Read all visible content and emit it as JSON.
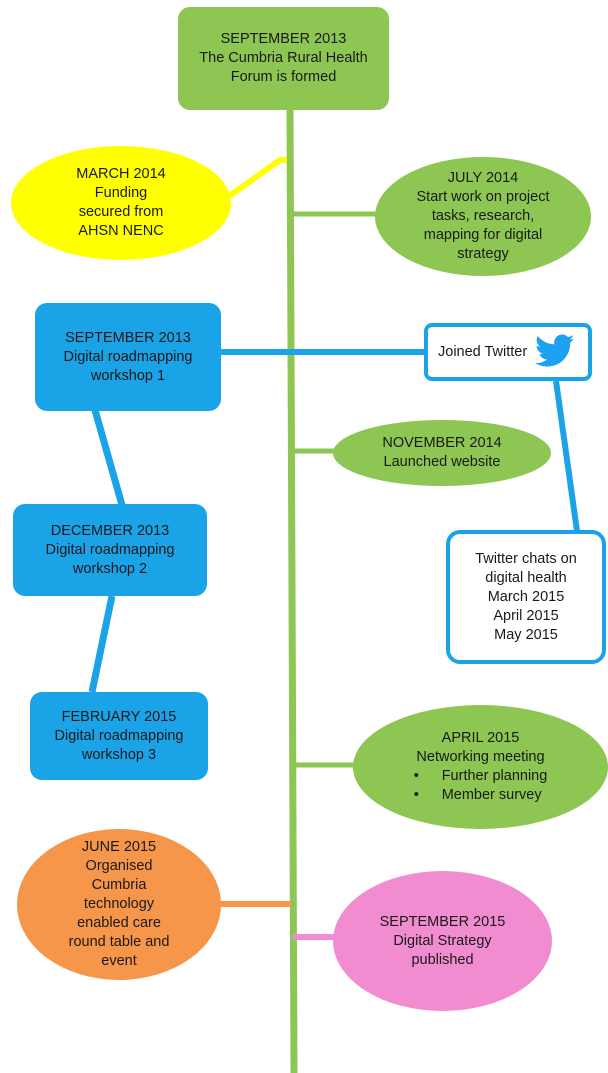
{
  "nodes": {
    "sep2013_forum": [
      "SEPTEMBER 2013",
      "The Cumbria Rural Health",
      "Forum is formed"
    ],
    "mar2014": [
      "MARCH 2014",
      "Funding",
      "secured from",
      "AHSN NENC"
    ],
    "jul2014": [
      "JULY 2014",
      "Start work on project",
      "tasks, research,",
      "mapping for digital",
      "strategy"
    ],
    "sep2013_workshop": [
      "SEPTEMBER 2013",
      "Digital roadmapping",
      "workshop 1"
    ],
    "twitter": "Joined Twitter",
    "nov2014": [
      "NOVEMBER 2014",
      "Launched website"
    ],
    "dec2013": [
      "DECEMBER 2013",
      "Digital roadmapping",
      "workshop 2"
    ],
    "twitter_chats": [
      "Twitter chats on",
      "digital health",
      "March 2015",
      "April 2015",
      "May 2015"
    ],
    "feb2015": [
      "FEBRUARY 2015",
      "Digital roadmapping",
      "workshop 3"
    ],
    "apr2015": {
      "lines": [
        "APRIL 2015",
        "Networking meeting"
      ],
      "bullets": [
        "Further planning",
        "Member survey"
      ],
      "bullet_char": "•"
    },
    "jun2015": [
      "JUNE 2015",
      "Organised",
      "Cumbria",
      "technology",
      "enabled care",
      "round table and",
      "event"
    ],
    "sep2015": [
      "SEPTEMBER 2015",
      "Digital Strategy",
      "published"
    ]
  },
  "colors": {
    "green": "#8dc653",
    "blue": "#1ba3e8",
    "yellow": "#ffff00",
    "orange": "#f5964b",
    "pink": "#f28cd0",
    "twitter_bird": "#1da1f2"
  },
  "icons": {
    "twitter": "twitter-bird-icon"
  }
}
